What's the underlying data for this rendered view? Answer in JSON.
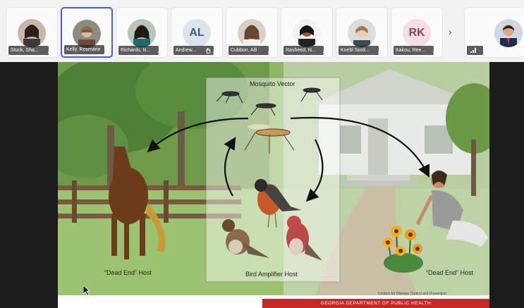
{
  "participants": [
    {
      "name": "Stuck, Sha...",
      "avatar": "photo-woman-dark-hair"
    },
    {
      "name": "Kelly, Rosmarie",
      "avatar": "photo-woman-glasses",
      "active": true
    },
    {
      "name": "Richards, N...",
      "avatar": "photo-woman-dark-hair"
    },
    {
      "name": "Andrew...",
      "initials": "AL"
    },
    {
      "name": "Cubbon, Alli",
      "avatar": "photo-woman-brown-hair"
    },
    {
      "name": "Rasheed, N...",
      "avatar": "photo-woman-dark-hair"
    },
    {
      "name": "Knebl Sord...",
      "avatar": "photo-woman-light-hair"
    },
    {
      "name": "Kakou, Ree...",
      "initials": "RK"
    },
    {
      "name": "",
      "avatar": "photo-man-suit"
    }
  ],
  "nav_arrow": "›",
  "slide": {
    "title": "Mosquito Vector",
    "left_label": "“Dead End” Host",
    "center_label": "Bird Amplifier Host",
    "right_label": "“Dead End” Host",
    "credit": "Centers for Disease Control and Prevention",
    "banner": "GEORGIA DEPARTMENT OF PUBLIC HEALTH"
  },
  "colors": {
    "banner": "#c62828",
    "active_border": "#4a5fc1"
  }
}
